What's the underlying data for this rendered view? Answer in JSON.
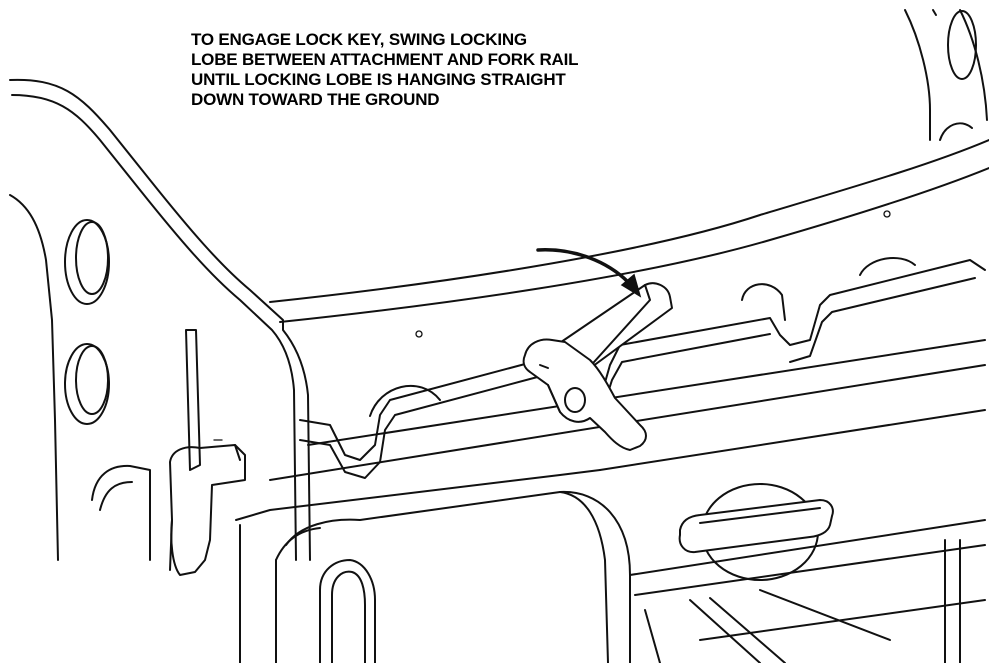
{
  "instruction": {
    "lines": [
      "TO ENGAGE LOCK KEY, SWING LOCKING",
      "LOBE BETWEEN ATTACHMENT AND FORK RAIL",
      "UNTIL LOCKING LOBE IS HANGING STRAIGHT",
      "DOWN TOWARD THE GROUND"
    ]
  },
  "colors": {
    "line": "#111111",
    "background": "#ffffff",
    "text": "#000000"
  },
  "icons": {
    "arrow": "curved-arrow-icon"
  }
}
